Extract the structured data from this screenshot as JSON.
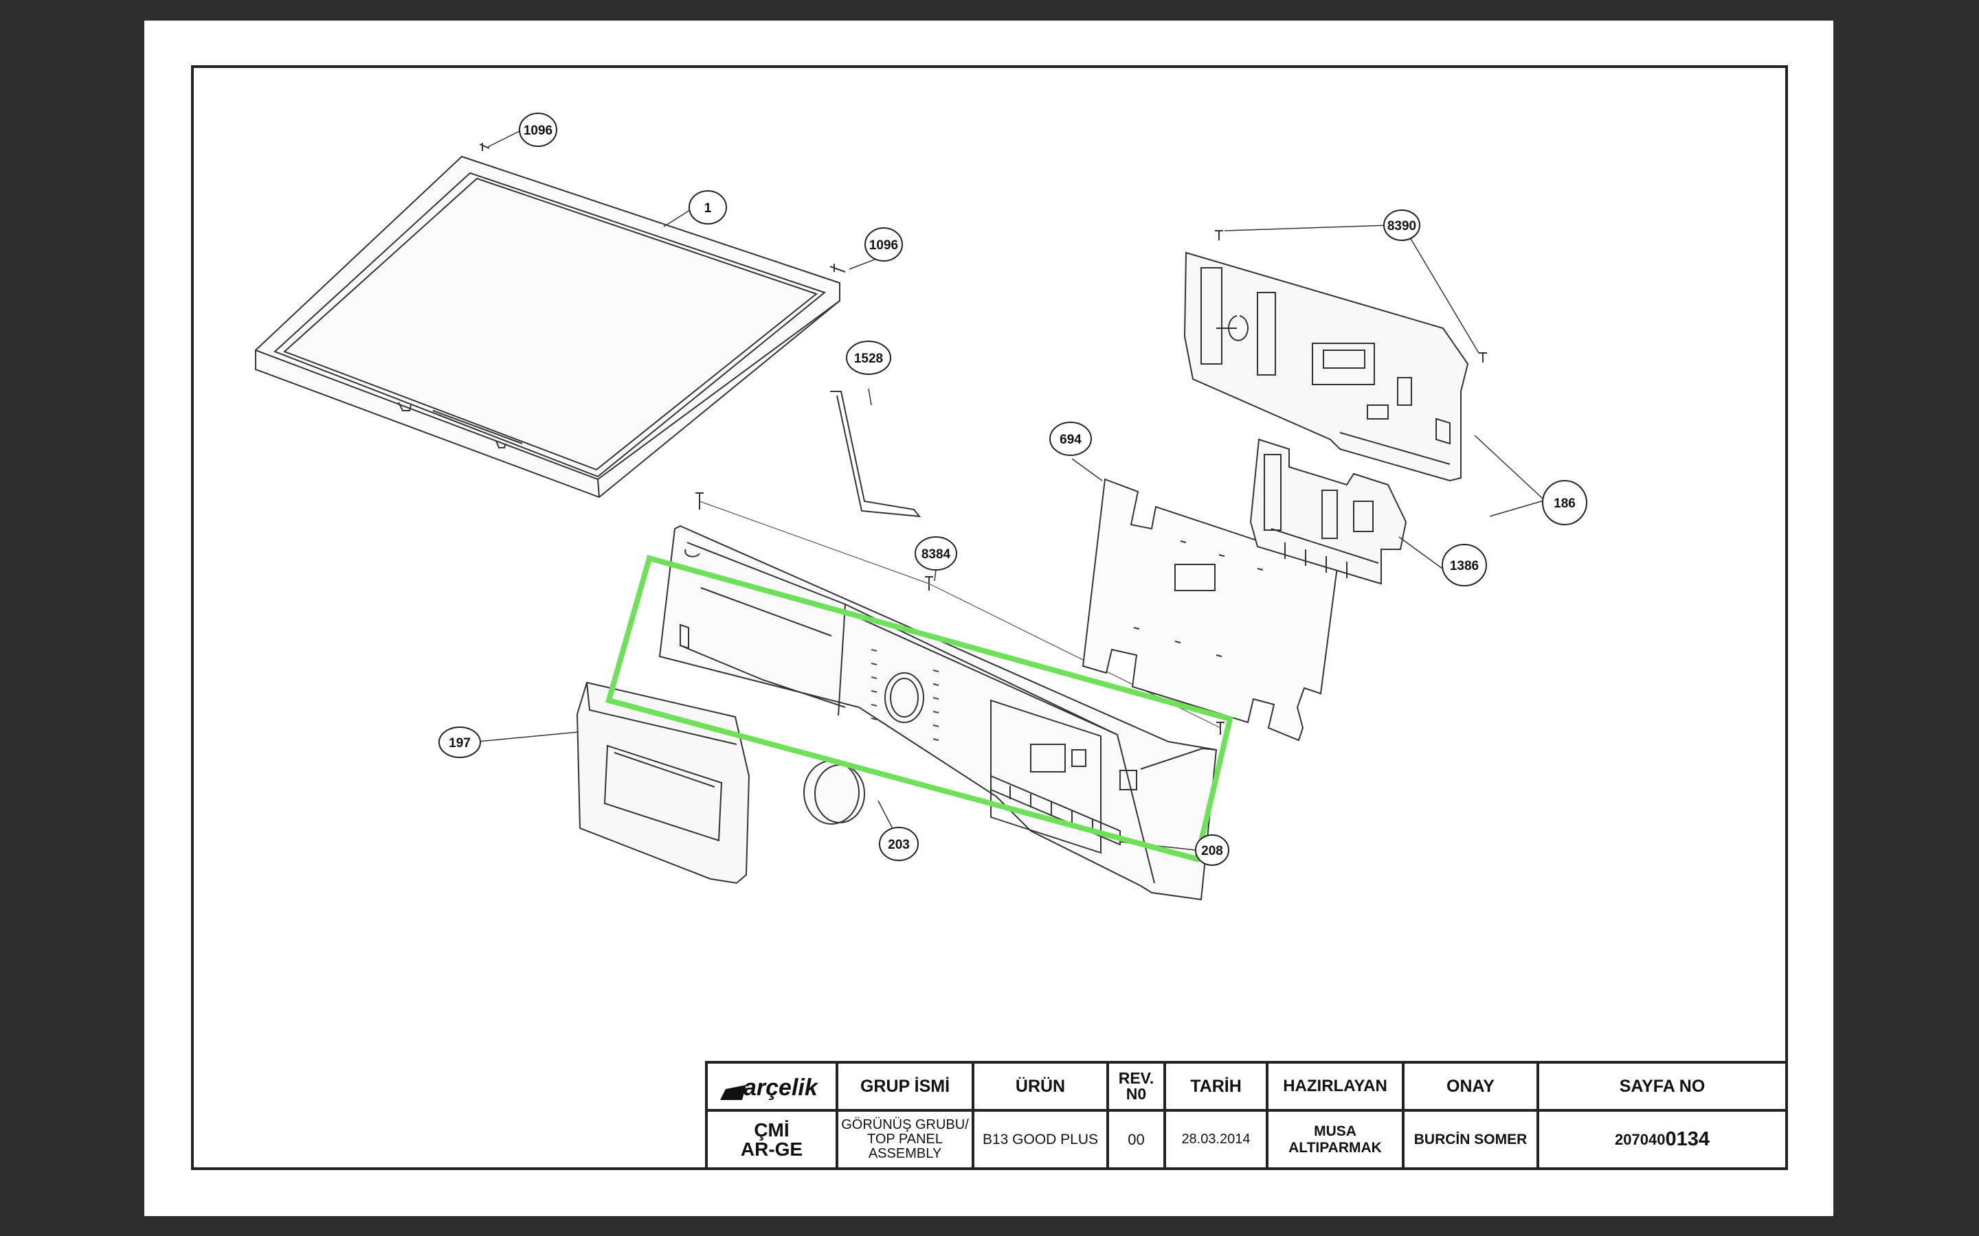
{
  "document": {
    "callouts": [
      {
        "id": "c1096a",
        "label": "1096"
      },
      {
        "id": "c1",
        "label": "1"
      },
      {
        "id": "c1096b",
        "label": "1096"
      },
      {
        "id": "c1528",
        "label": "1528"
      },
      {
        "id": "c8384",
        "label": "8384"
      },
      {
        "id": "c197",
        "label": "197"
      },
      {
        "id": "c203",
        "label": "203"
      },
      {
        "id": "c208",
        "label": "208"
      },
      {
        "id": "c694",
        "label": "694"
      },
      {
        "id": "c8390",
        "label": "8390"
      },
      {
        "id": "c186",
        "label": "186"
      },
      {
        "id": "c1386",
        "label": "1386"
      }
    ],
    "highlight_color": "#6ee05a",
    "line_color": "#222222"
  },
  "title_block": {
    "logo_text": "arçelik",
    "department_line1": "ÇMİ",
    "department_line2": "AR-GE",
    "headers": {
      "group_name": "GRUP İSMİ",
      "product": "ÜRÜN",
      "rev_line1": "REV.",
      "rev_line2": "N0",
      "date": "TARİH",
      "prepared_by": "HAZIRLAYAN",
      "approval": "ONAY",
      "page_no": "SAYFA NO"
    },
    "values": {
      "group_name_line1": "GÖRÜNÜŞ GRUBU/",
      "group_name_line2": "TOP PANEL ASSEMBLY",
      "product": "B13 GOOD PLUS",
      "rev": "00",
      "date": "28.03.2014",
      "prepared_by": "MUSA ALTIPARMAK",
      "approval": "BURCİN SOMER",
      "page_no_prefix": "207040",
      "page_no_suffix": "0134"
    }
  }
}
